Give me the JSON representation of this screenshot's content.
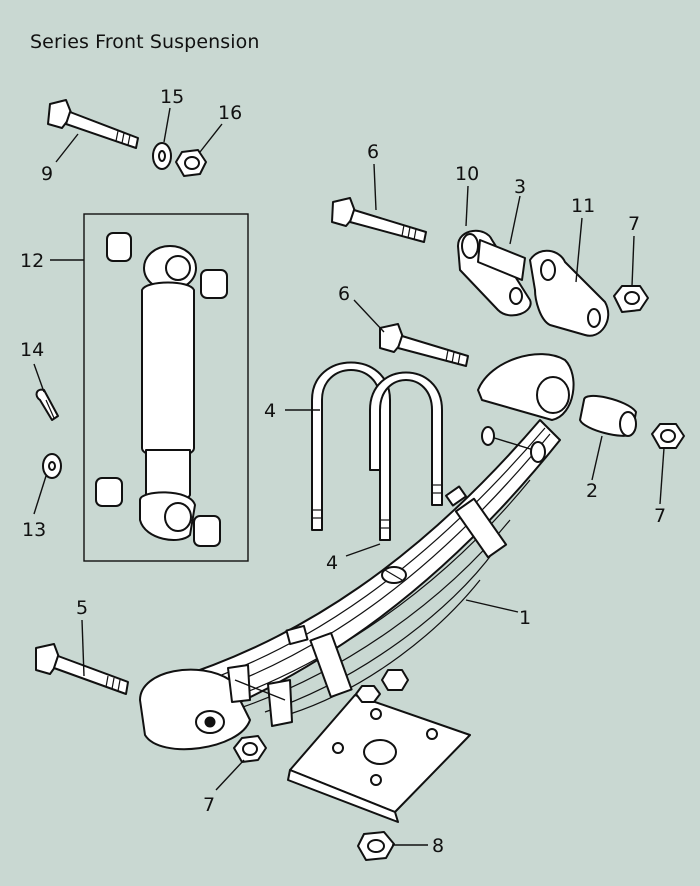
{
  "title": "Series Front Suspension",
  "callouts": {
    "c1": "1",
    "c2": "2",
    "c3": "3",
    "c4a": "4",
    "c4b": "4",
    "c5": "5",
    "c6a": "6",
    "c6b": "6",
    "c7a": "7",
    "c7b": "7",
    "c7c": "7",
    "c8": "8",
    "c9": "9",
    "c10": "10",
    "c11": "11",
    "c12": "12",
    "c13": "13",
    "c14": "14",
    "c15": "15",
    "c16": "16"
  },
  "colors": {
    "background": "#c9d8d2",
    "line": "#111111",
    "part_fill": "#ffffff"
  }
}
